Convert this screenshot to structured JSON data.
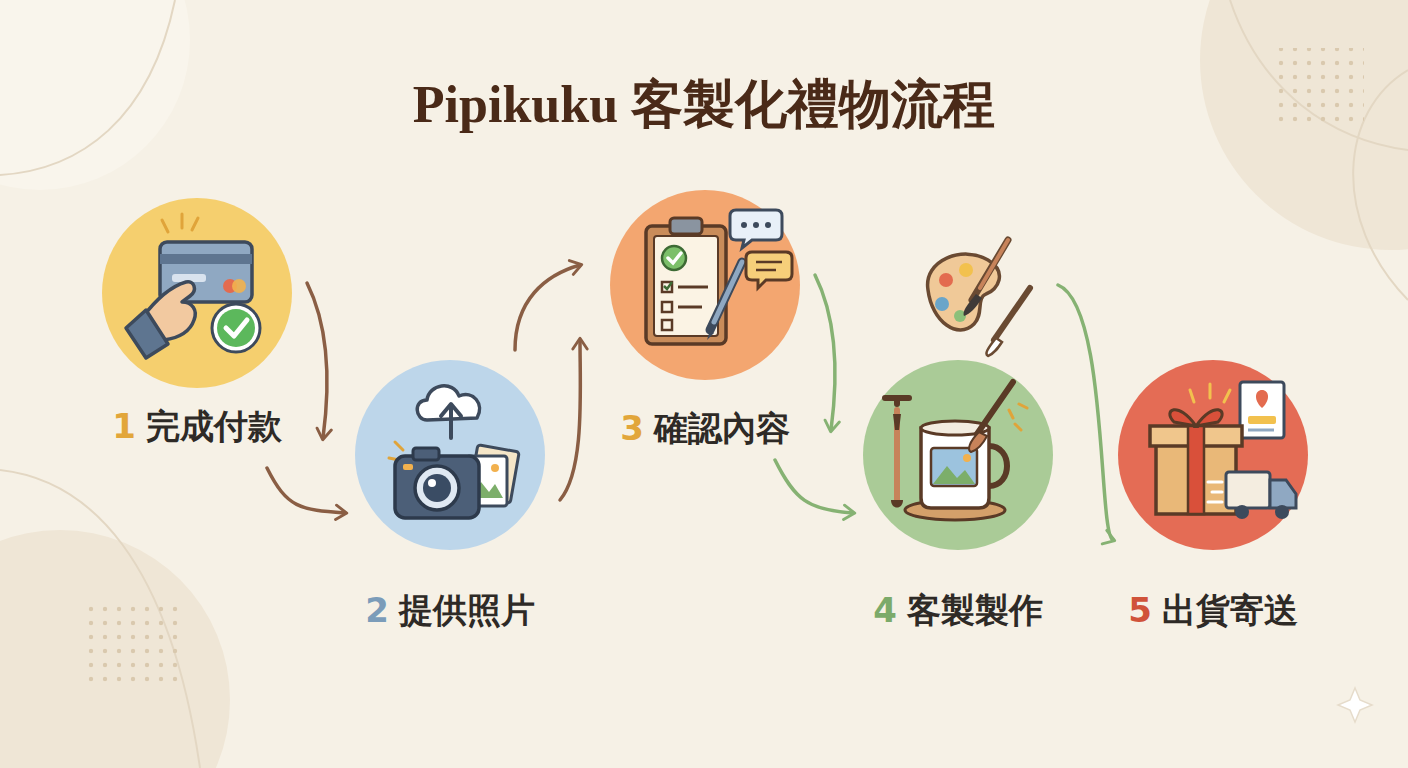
{
  "diagram": {
    "title": "Pipikuku 客製化禮物流程",
    "nodes": [
      {
        "text": [
          "1",
          "完成付款"
        ]
      },
      {
        "text": [
          "2",
          "提供照片"
        ]
      },
      {
        "text": [
          "3",
          "確認內容"
        ]
      },
      {
        "text": [
          "4",
          "客製製作"
        ]
      },
      {
        "text": [
          "5",
          "出貨寄送"
        ]
      }
    ],
    "edges": [
      {
        "from": 0,
        "to": 1,
        "arrow": "to"
      },
      {
        "from": 1,
        "to": 2,
        "arrow": "to"
      },
      {
        "from": 2,
        "to": 3,
        "arrow": "to"
      },
      {
        "from": 3,
        "to": 4,
        "arrow": "to"
      }
    ]
  }
}
